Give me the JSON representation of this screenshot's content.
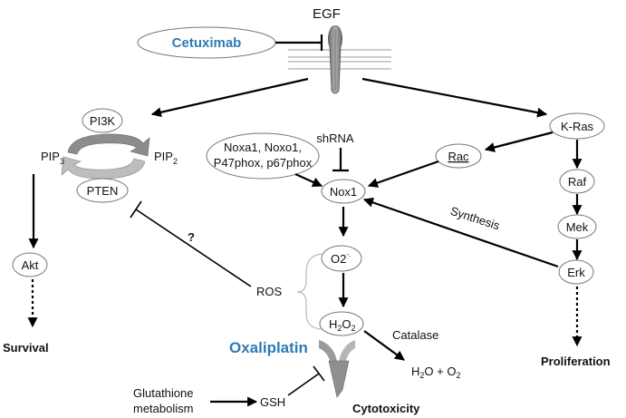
{
  "colors": {
    "drug_blue": "#2e7bb5",
    "receptor_gray": "#8a8a8a",
    "line": "#000000"
  },
  "labels": {
    "egf": "EGF",
    "cetuximab": "Cetuximab",
    "pi3k": "PI3K",
    "pip3_base": "PIP",
    "pip3_sub": "3",
    "pip2_base": "PIP",
    "pip2_sub": "2",
    "pten": "PTEN",
    "akt": "Akt",
    "survival": "Survival",
    "nox_activators_line1": "Noxa1, Noxo1,",
    "nox_activators_line2": "P47phox, p67phox",
    "shrna": "shRNA",
    "nox1": "Nox1",
    "rac": "Rac",
    "kras": "K-Ras",
    "raf": "Raf",
    "mek": "Mek",
    "erk": "Erk",
    "proliferation": "Proliferation",
    "synthesis": "Synthesis",
    "question": "?",
    "ros": "ROS",
    "superoxide_base": "O2",
    "superoxide_sup": "-.",
    "h2o2_h": "H",
    "h2o2_sub1": "2",
    "h2o2_o": "O",
    "h2o2_sub2": "2",
    "catalase": "Catalase",
    "water_h": "H",
    "water_sub": "2",
    "water_rest": "O + O",
    "water_sub2": "2",
    "oxaliplatin": "Oxaliplatin",
    "glutathione_line1": "Glutathione",
    "glutathione_line2": "metabolism",
    "gsh": "GSH",
    "cytotoxicity": "Cytotoxicity"
  }
}
